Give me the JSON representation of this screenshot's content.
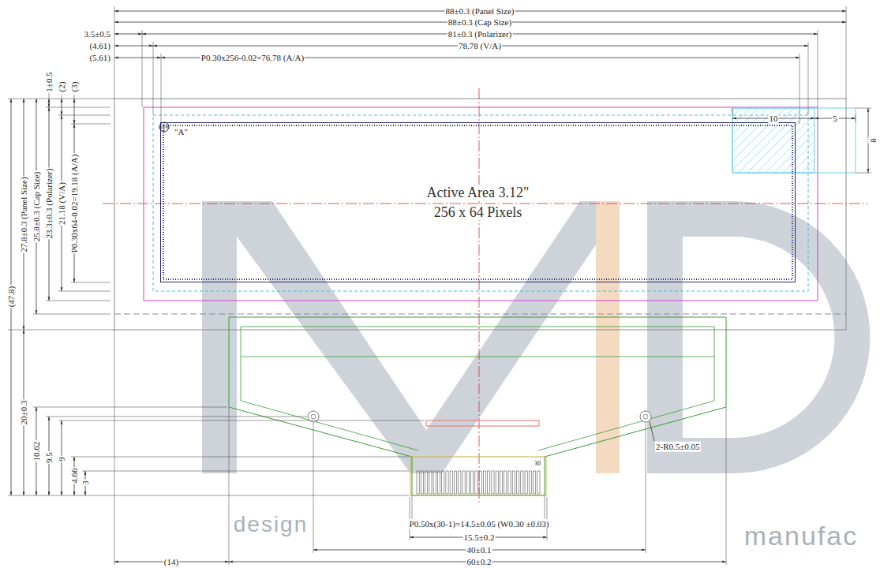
{
  "diagram": {
    "nodes": [
      {
        "text": [
          "Active Area 3.12\"",
          "256 x 64 Pixels"
        ]
      }
    ],
    "labels": [
      "88±0.3 (Panel Size)",
      "88±0.3 (Cap Size)",
      "3.5±0.5",
      "81±0.3 (Polarizer)",
      "(4.61)",
      "78.78 (V/A)",
      "(5.61)",
      "P0.30x256-0.02=76.78 (A/A)",
      "10",
      "5",
      "8",
      "1±0.5",
      "(2)",
      "(3)",
      "P0.30x64-0.02=19.18 (A/A)",
      "21.18 (V/A)",
      "23.3±0.3 (Polarizer)",
      "25.8±0.3 (Cap Size)",
      "27.8±0.3 (Panel Size)",
      "(47.8)",
      "20±0.3",
      "10.62",
      "9.5",
      "9",
      "4.66",
      "3",
      "\"A\"",
      "2-R0.5±0.05",
      "30",
      "P0.50x(30-1)=14.5±0.05 (W0.30 ±0.03)",
      "15.5±0.2",
      "40±0.1",
      "60±0.2",
      "(14)",
      "design",
      "manufac"
    ]
  }
}
